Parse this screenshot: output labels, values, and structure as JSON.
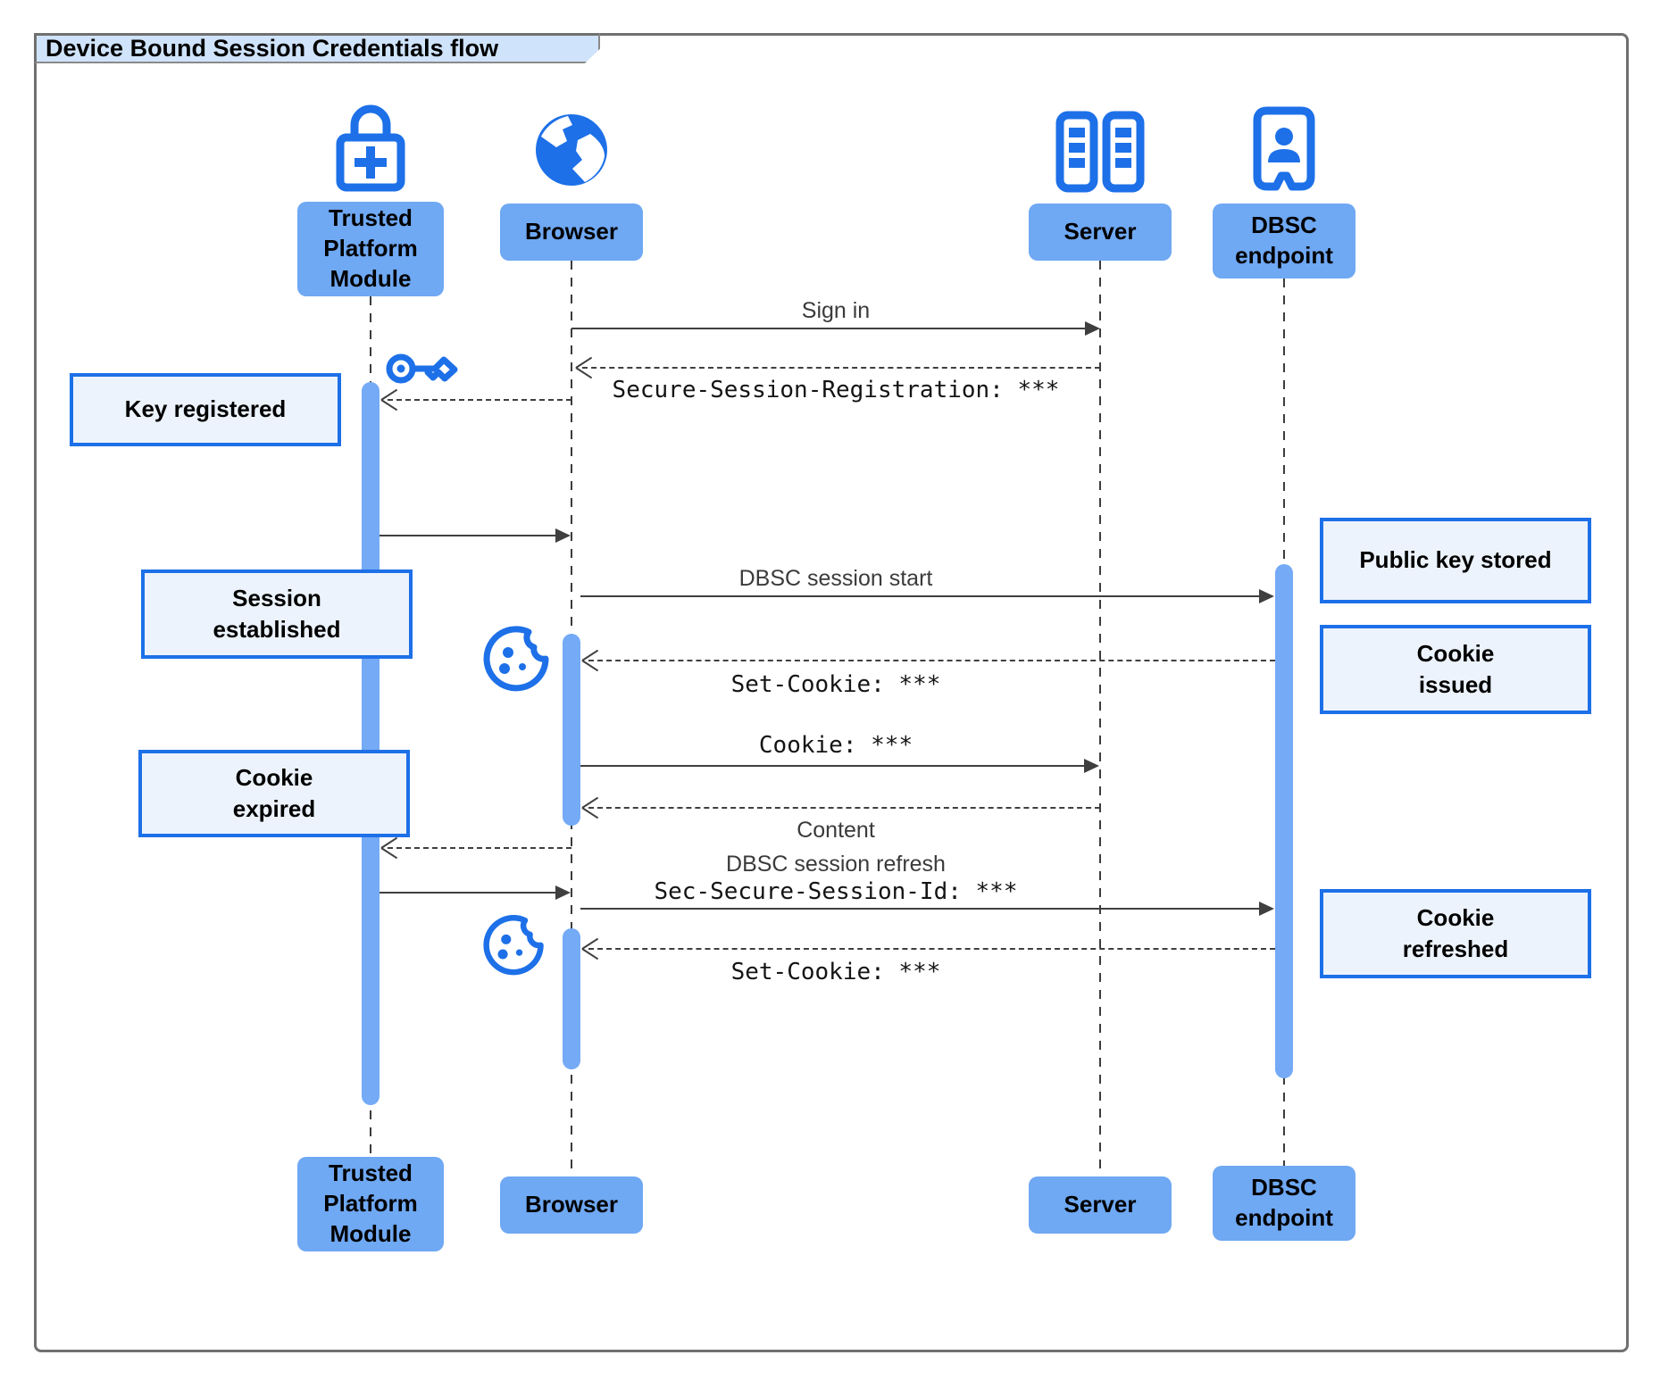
{
  "title": "Device Bound Session Credentials flow",
  "actors": {
    "tpm": {
      "label": "Trusted\nPlatform\nModule",
      "icon": "lock-plus-icon"
    },
    "browser": {
      "label": "Browser",
      "icon": "globe-icon"
    },
    "server": {
      "label": "Server",
      "icon": "server-rack-icon"
    },
    "dbsc": {
      "label": "DBSC\nendpoint",
      "icon": "endpoint-person-icon"
    }
  },
  "messages": {
    "sign_in": "Sign in",
    "session_registration": "Secure-Session-Registration: ***",
    "dbsc_session_start": "DBSC session start",
    "set_cookie_1": "Set-Cookie: ***",
    "cookie": "Cookie: ***",
    "content": "Content",
    "dbsc_session_refresh": "DBSC session refresh",
    "sec_secure_session_id": "Sec-Secure-Session-Id: ***",
    "set_cookie_2": "Set-Cookie: ***"
  },
  "notes": {
    "key_registered": "Key registered",
    "session_established": "Session\nestablished",
    "public_key_stored": "Public key stored",
    "cookie_issued": "Cookie\nissued",
    "cookie_expired": "Cookie\nexpired",
    "cookie_refreshed": "Cookie\nrefreshed"
  },
  "colors": {
    "accent": "#1d70e8",
    "actor_fill": "#6fa8f3",
    "activation_fill": "#74aaf6",
    "note_fill": "#ecf3fc",
    "note_border": "#1d70e8",
    "title_fill": "#cfe3fa",
    "line": "#3f3f3f"
  }
}
